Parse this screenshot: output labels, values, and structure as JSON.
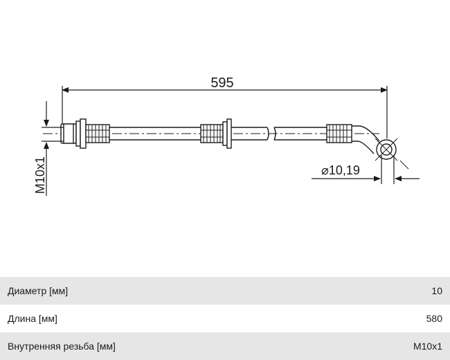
{
  "drawing": {
    "length_label": "595",
    "diameter_label": "⌀10,19",
    "thread_label": "M10x1"
  },
  "specs": [
    {
      "label": "Диаметр [мм]",
      "value": "10"
    },
    {
      "label": "Длина [мм]",
      "value": "580"
    },
    {
      "label": "Внутренняя резьба [мм]",
      "value": "M10x1"
    }
  ]
}
